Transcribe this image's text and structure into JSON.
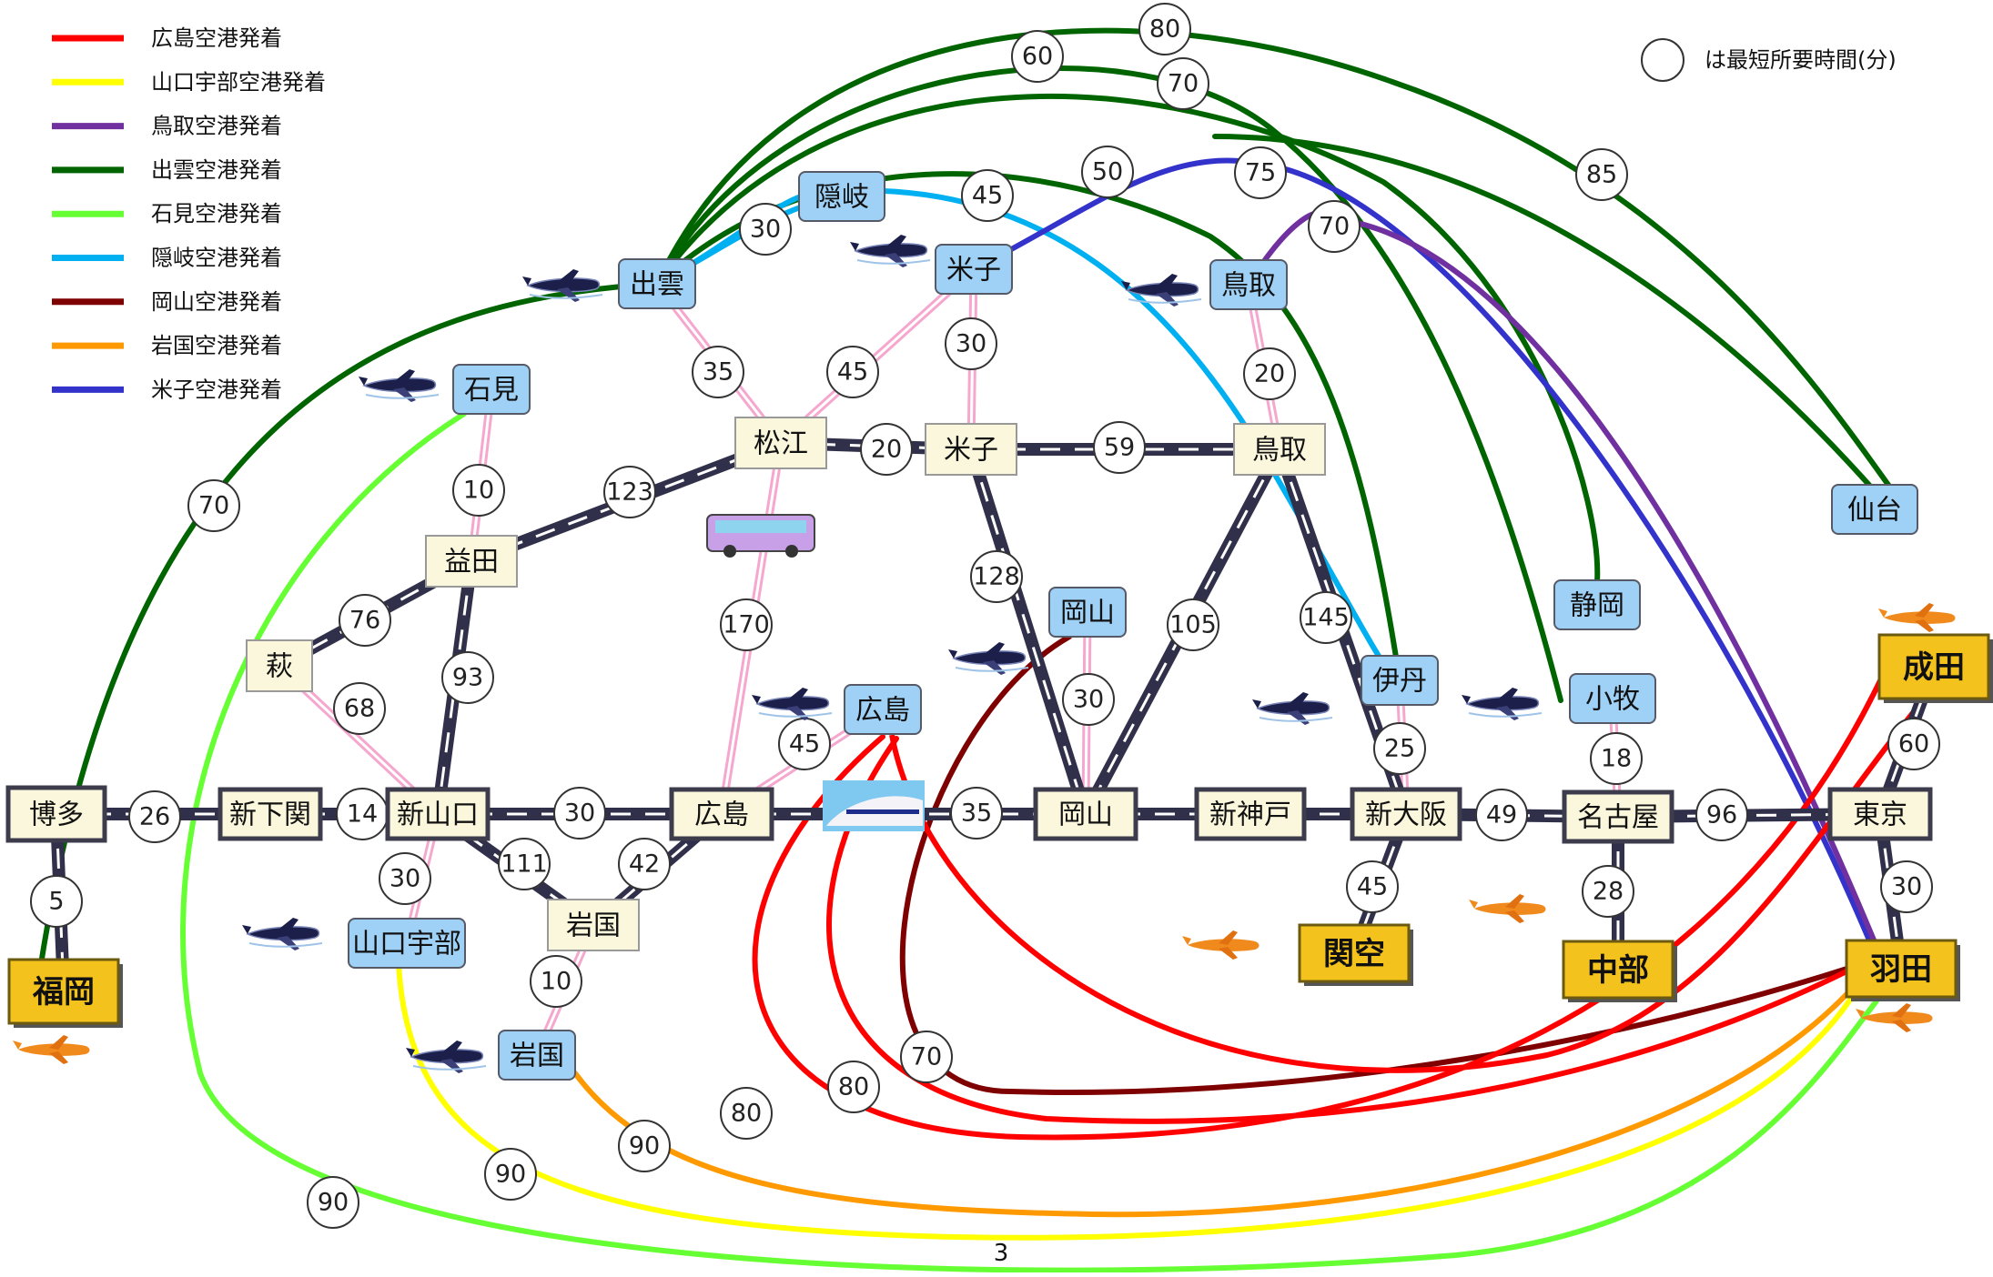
{
  "legend": [
    {
      "label": "広島空港発着",
      "color": "#ff0000"
    },
    {
      "label": "山口宇部空港発着",
      "color": "#ffff00"
    },
    {
      "label": "鳥取空港発着",
      "color": "#7030a0"
    },
    {
      "label": "出雲空港発着",
      "color": "#006400"
    },
    {
      "label": "石見空港発着",
      "color": "#66ff33"
    },
    {
      "label": "隠岐空港発着",
      "color": "#00b0f0"
    },
    {
      "label": "岡山空港発着",
      "color": "#7f0000"
    },
    {
      "label": "岩国空港発着",
      "color": "#ff9900"
    },
    {
      "label": "米子空港発着",
      "color": "#3333cc"
    }
  ],
  "note": "は最短所要時間(分)",
  "footer_number": "3",
  "colors": {
    "airport_fill": "#9fd0f5",
    "station_fill": "#fbf7dc",
    "hub_fill": "#f4c21c",
    "rail": "#30304a",
    "local_rail": "#f6a7cf"
  },
  "nodes": {
    "hakata": "博多",
    "shimonoseki": "新下関",
    "shinyamaguchi": "新山口",
    "hiroshima_st": "広島",
    "okayama_st": "岡山",
    "shinkobe": "新神戸",
    "shinosaka": "新大阪",
    "nagoya": "名古屋",
    "tokyo": "東京",
    "matsue": "松江",
    "yonago_st": "米子",
    "tottori_st": "鳥取",
    "masuda": "益田",
    "hagi": "萩",
    "iwakuni_st": "岩国",
    "izumo": "出雲",
    "oki": "隠岐",
    "yonago_ap": "米子",
    "tottori_ap": "鳥取",
    "iwami": "石見",
    "okayama_ap": "岡山",
    "hiroshima_ap": "広島",
    "itami": "伊丹",
    "komaki": "小牧",
    "sendai": "仙台",
    "shizuoka": "静岡",
    "yamaguchiube": "山口宇部",
    "iwakuni_ap": "岩国",
    "fukuoka": "福岡",
    "kanku": "関空",
    "chubu": "中部",
    "narita": "成田",
    "haneda": "羽田"
  },
  "times": {
    "t_hakata_shimo": "26",
    "t_shimo_shinyama": "14",
    "t_shinyama_hiro": "30",
    "t_hiro_okayama": "35",
    "t_osaka_nagoya": "49",
    "t_nagoya_tokyo": "96",
    "t_hakata_fukuoka": "5",
    "t_tokyo_narita": "60",
    "t_tokyo_haneda": "30",
    "t_nagoya_komaki": "18",
    "t_nagoya_chubu": "28",
    "t_osaka_itami": "25",
    "t_osaka_kanku": "45",
    "t_okayama_ap": "30",
    "t_tottori_osaka": "145",
    "t_tottori_okayama": "105",
    "t_yonago_okayama": "128",
    "t_matsue_yonago": "20",
    "t_yonago_tottori": "59",
    "t_masuda_matsue": "123",
    "t_hagi_masuda": "76",
    "t_masuda_shinyama": "93",
    "t_hagi_shinyama": "68",
    "t_matsue_hiro": "170",
    "t_hiroap_hiro": "45",
    "t_shinyama_iwakuni": "111",
    "t_iwakuni_hiro": "42",
    "t_iwakuni_ap": "10",
    "t_shinyama_ube": "30",
    "t_iwami_masuda": "10",
    "t_izumo_matsue": "35",
    "t_yonagoap_matsue": "45",
    "t_yonagoap_yonago": "30",
    "t_tottoriap_tottori": "20",
    "t_izumo_oki": "30",
    "t_oki_itami": "45",
    "t_izumo_fukuoka": "70",
    "t_izumo_60": "60",
    "t_izumo_80": "80",
    "t_izumo_70": "70",
    "t_izumo_50": "50",
    "t_izumo_85": "85",
    "t_yonago_75": "75",
    "t_tottori_70": "70",
    "t_okayama_70": "70",
    "t_hiroshima_80a": "80",
    "t_hiroshima_80b": "80",
    "t_iwakuni_90": "90",
    "t_ube_90": "90",
    "t_iwami_90": "90"
  }
}
